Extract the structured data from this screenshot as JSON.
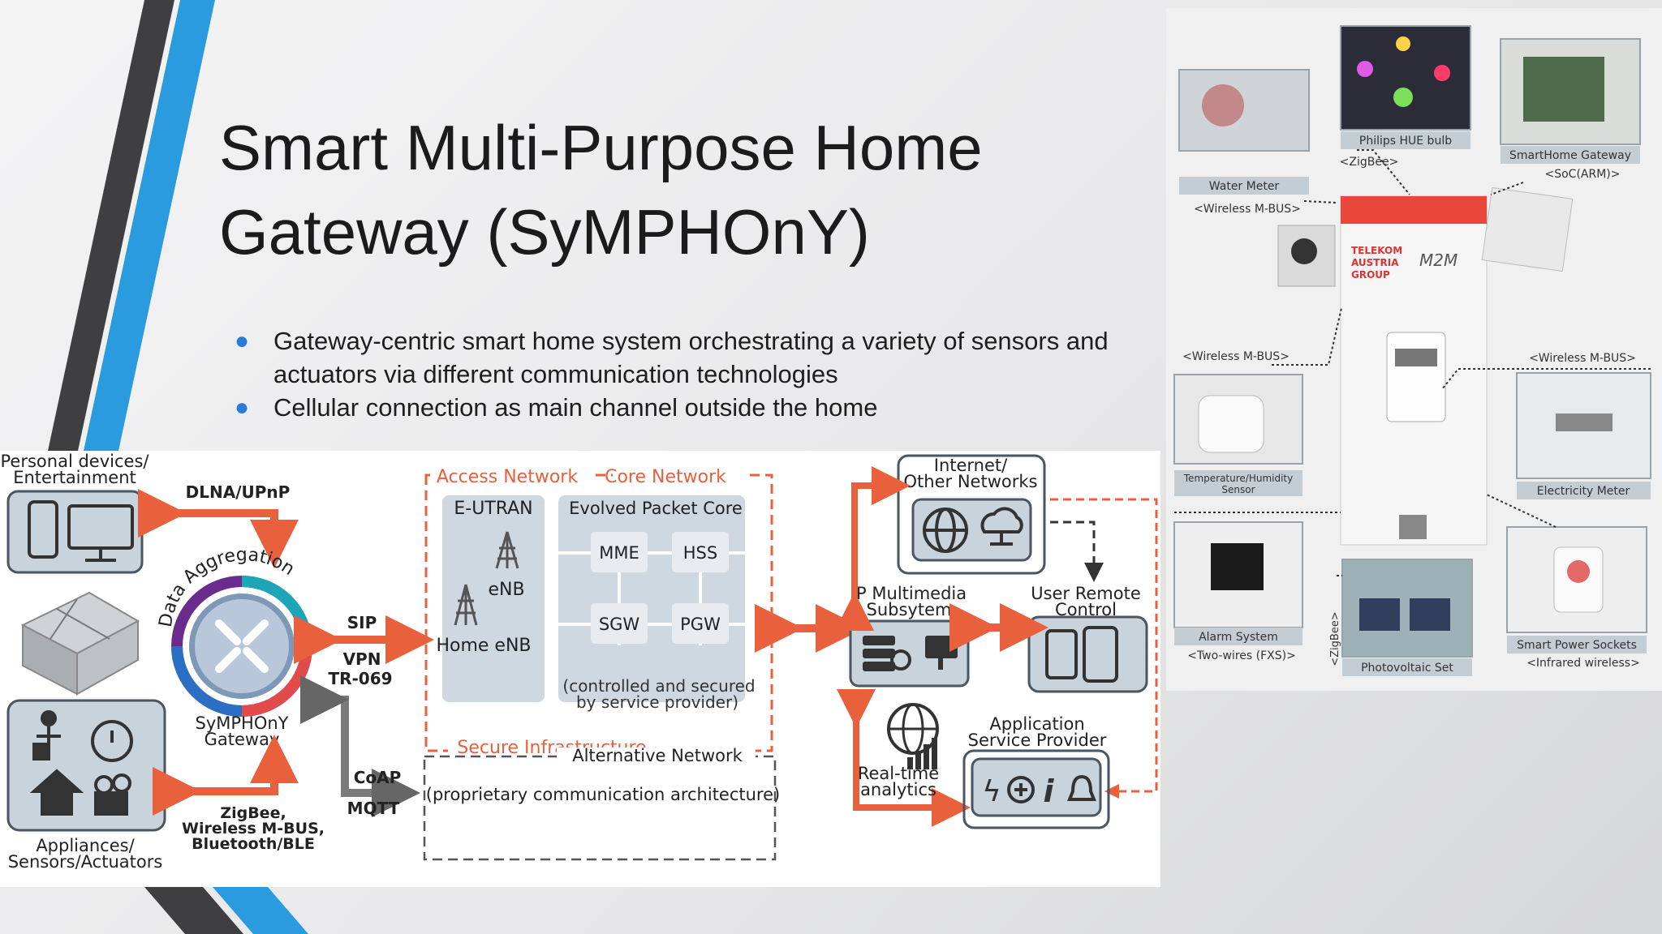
{
  "slide": {
    "title_line1": "Smart Multi-Purpose Home",
    "title_line2": "Gateway (SyMPHOnY)",
    "bullets": [
      "Gateway-centric smart home system orchestrating a variety of sensors and actuators via different communication technologies",
      "Cellular connection as main channel outside the home"
    ]
  },
  "diagram": {
    "personal_devices_l1": "Personal devices/",
    "personal_devices_l2": "Entertainment",
    "dlna": "DLNA/UPnP",
    "data_aggregation": "Data Aggregation",
    "gateway_l1": "SyMPHOnY",
    "gateway_l2": "Gateway",
    "sip": "SIP",
    "vpn": "VPN",
    "tr069": "TR-069",
    "coap": "CoAP",
    "mqtt": "MQTT",
    "appliances_l1": "Appliances/",
    "appliances_l2": "Sensors/Actuators",
    "zigbee_l1": "ZigBee,",
    "zigbee_l2": "Wireless M-BUS,",
    "zigbee_l3": "Bluetooth/BLE",
    "access_network": "Access Network",
    "core_network": "Core Network",
    "eutran": "E-UTRAN",
    "enb": "eNB",
    "home_enb": "Home eNB",
    "evolved_packet_core": "Evolved Packet Core",
    "mme": "MME",
    "hss": "HSS",
    "sgw": "SGW",
    "pgw": "PGW",
    "controlled_l1": "(controlled and secured",
    "controlled_l2": "by service provider)",
    "secure_infrastructure": "Secure Infrastructure",
    "alternative_network": "Alternative Network",
    "proprietary": "(proprietary communication architecture)",
    "internet_l1": "Internet/",
    "internet_l2": "Other Networks",
    "ims_l1": "IP Multimedia",
    "ims_l2": "Subsytem",
    "user_remote_l1": "User Remote",
    "user_remote_l2": "Control",
    "realtime_l1": "Real-time",
    "realtime_l2": "analytics",
    "app_provider_l1": "Application",
    "app_provider_l2": "Service Provider"
  },
  "photo_panel": {
    "water_meter": "Water Meter",
    "wireless_mbus_1": "<Wireless M-BUS>",
    "philips_hue": "Philips HUE bulb",
    "zigbee_1": "<ZigBee>",
    "smarthome_gateway": "SmartHome Gateway",
    "soc_arm": "<SoC(ARM)>",
    "telekom_l1": "TELEKOM",
    "telekom_l2": "AUSTRIA",
    "telekom_l3": "GROUP",
    "m2m": "M2M",
    "wireless_mbus_2": "<Wireless M-BUS>",
    "wireless_mbus_3": "<Wireless M-BUS>",
    "temp_humidity_l1": "Temperature/Humidity",
    "temp_humidity_l2": "Sensor",
    "electricity_meter": "Electricity Meter",
    "alarm_system": "Alarm System",
    "two_wires": "<Two-wires (FXS)>",
    "zigbee_2": "<ZigBee>",
    "photovoltaic": "Photovoltaic Set",
    "smart_power": "Smart Power Sockets",
    "infrared": "<Infrared wireless>"
  },
  "colors": {
    "accent_orange": "#e8603c",
    "accent_blue": "#2b9be0",
    "stripe_dark": "#3f3f42",
    "box_fill": "#c9d3dc",
    "box_stroke": "#4a5661"
  }
}
